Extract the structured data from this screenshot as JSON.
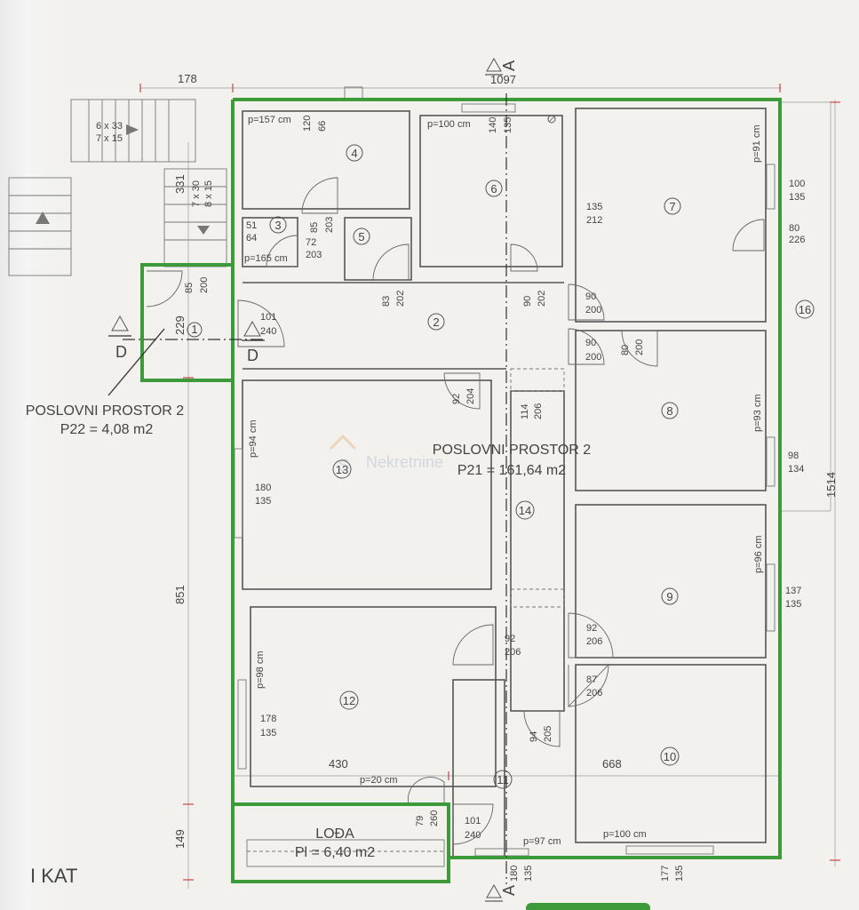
{
  "floor_label": "I KAT",
  "dims": {
    "top_left": "178",
    "top_total": "1097",
    "left_331": "331",
    "left_851": "851",
    "left_149": "149",
    "right_1514": "1514",
    "w_430": "430",
    "w_668": "668",
    "d_229": "229",
    "stair_a1": "6 x 33",
    "stair_a2": "7 x 15",
    "stair_b1": "7 x 30",
    "stair_b2": "8 x 15"
  },
  "areas": {
    "p22_name": "POSLOVNI PROSTOR 2",
    "p22_value": "P22 = 4,08 m2",
    "p21_name": "POSLOVNI PROSTOR 2",
    "p21_value": "P21 = 161,64 m2",
    "loda_name": "LOĐA",
    "loda_value": "Pl = 6,40 m2"
  },
  "sections": {
    "a": "A",
    "d": "D"
  },
  "watermark": "Nekretnine",
  "rooms": [
    "1",
    "2",
    "3",
    "4",
    "5",
    "6",
    "7",
    "8",
    "9",
    "10",
    "11",
    "12",
    "13",
    "14",
    "16"
  ],
  "labels": {
    "p157": "p=157 cm",
    "p100a": "p=100 cm",
    "p91": "p=91 cm",
    "p165": "p=165 cm",
    "p94": "p=94 cm",
    "p93": "p=93 cm",
    "p96": "p=96 cm",
    "p98": "p=98 cm",
    "p20": "p=20 cm",
    "p97": "p=97 cm",
    "p100b": "p=100 cm",
    "o120": "120",
    "o66": "66",
    "o140": "140",
    "o135v": "135",
    "o100": "100",
    "o135a": "135",
    "o135b": "135",
    "o212": "212",
    "o80": "80",
    "o226": "226",
    "o51": "51",
    "o64": "64",
    "o85": "85",
    "o203": "203",
    "o72": "72",
    "o203b": "203",
    "o85b": "85",
    "o200a": "200",
    "o101": "101",
    "o240": "240",
    "o83": "83",
    "o202": "202",
    "o90": "90",
    "o202b": "202",
    "o90b": "90",
    "o200b": "200",
    "o90c": "90",
    "o200c": "200",
    "o80b": "80",
    "o200d": "200",
    "o92": "92",
    "o204": "204",
    "o114": "114",
    "o206": "206",
    "o98": "98",
    "o134": "134",
    "o180": "180",
    "o135c": "135",
    "o137": "137",
    "o135d": "135",
    "o92b": "92",
    "o206b": "206",
    "o92c": "92",
    "o206c": "206",
    "o87": "87",
    "o206d": "206",
    "o178": "178",
    "o135e": "135",
    "o94": "94",
    "o205": "205",
    "o79": "79",
    "o260": "260",
    "o101b": "101",
    "o240b": "240",
    "o180b": "180",
    "o135f": "135",
    "o177": "177",
    "o135g": "135"
  }
}
